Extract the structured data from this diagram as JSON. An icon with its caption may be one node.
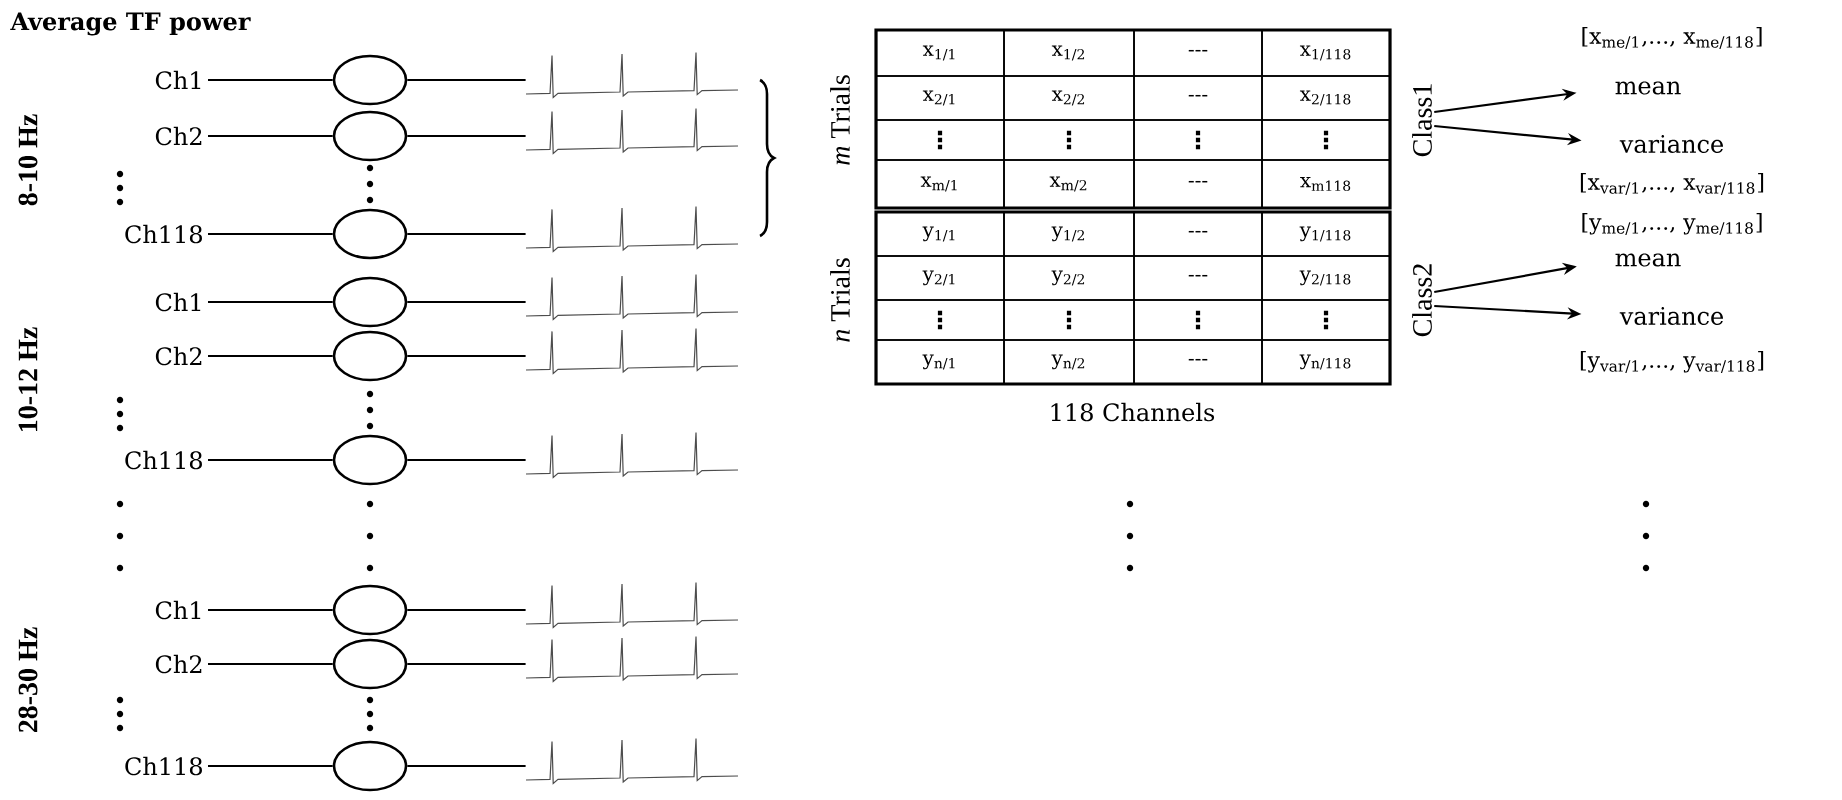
{
  "diagram": {
    "title": "Average TF power",
    "nodes": [
      {
        "text": [
          "Ch1"
        ]
      },
      {
        "text": [],
        "shape": "circle"
      },
      {
        "text": [],
        "shape": "picture"
      },
      {
        "text": [
          "Ch2"
        ]
      },
      {
        "text": [],
        "shape": "circle"
      },
      {
        "text": [],
        "shape": "picture"
      },
      {
        "text": [
          "Ch118"
        ]
      },
      {
        "text": [],
        "shape": "circle"
      },
      {
        "text": [],
        "shape": "picture"
      },
      {
        "text": [
          "Ch1"
        ]
      },
      {
        "text": [],
        "shape": "circle"
      },
      {
        "text": [],
        "shape": "picture"
      },
      {
        "text": [
          "Ch2"
        ]
      },
      {
        "text": [],
        "shape": "circle"
      },
      {
        "text": [],
        "shape": "picture"
      },
      {
        "text": [
          "Ch118"
        ]
      },
      {
        "text": [],
        "shape": "circle"
      },
      {
        "text": [],
        "shape": "picture"
      },
      {
        "text": [
          "Ch1"
        ]
      },
      {
        "text": [],
        "shape": "circle"
      },
      {
        "text": [],
        "shape": "picture"
      },
      {
        "text": [
          "Ch2"
        ]
      },
      {
        "text": [],
        "shape": "circle"
      },
      {
        "text": [],
        "shape": "picture"
      },
      {
        "text": [
          "Ch118"
        ]
      },
      {
        "text": [],
        "shape": "circle"
      },
      {
        "text": [],
        "shape": "picture"
      },
      {
        "text": [
          "Class1"
        ]
      },
      {
        "text": [
          "mean"
        ]
      },
      {
        "text": [
          "variance"
        ]
      },
      {
        "text": [
          "Class2"
        ]
      },
      {
        "text": [
          "mean"
        ]
      },
      {
        "text": [
          "variance"
        ]
      }
    ],
    "edges": [
      {
        "from": 0,
        "to": 1,
        "arrow": "none"
      },
      {
        "from": 1,
        "to": 2,
        "arrow": "none"
      },
      {
        "from": 3,
        "to": 4,
        "arrow": "none"
      },
      {
        "from": 4,
        "to": 5,
        "arrow": "none"
      },
      {
        "from": 6,
        "to": 7,
        "arrow": "none"
      },
      {
        "from": 7,
        "to": 8,
        "arrow": "none"
      },
      {
        "from": 9,
        "to": 10,
        "arrow": "none"
      },
      {
        "from": 10,
        "to": 11,
        "arrow": "none"
      },
      {
        "from": 12,
        "to": 13,
        "arrow": "none"
      },
      {
        "from": 13,
        "to": 14,
        "arrow": "none"
      },
      {
        "from": 15,
        "to": 16,
        "arrow": "none"
      },
      {
        "from": 16,
        "to": 17,
        "arrow": "none"
      },
      {
        "from": 18,
        "to": 19,
        "arrow": "none"
      },
      {
        "from": 19,
        "to": 20,
        "arrow": "none"
      },
      {
        "from": 21,
        "to": 22,
        "arrow": "none"
      },
      {
        "from": 22,
        "to": 23,
        "arrow": "none"
      },
      {
        "from": 24,
        "to": 25,
        "arrow": "none"
      },
      {
        "from": 25,
        "to": 26,
        "arrow": "none"
      },
      {
        "from": 27,
        "to": 28,
        "arrow": "to"
      },
      {
        "from": 27,
        "to": 29,
        "arrow": "to"
      },
      {
        "from": 30,
        "to": 31,
        "arrow": "to"
      },
      {
        "from": 30,
        "to": 32,
        "arrow": "to"
      }
    ],
    "labels": [
      "8-10 Hz",
      "10-12 Hz",
      "28-30 Hz",
      "*m* Trials",
      "x$_{1/1}$",
      "x$_{1/2}$",
      "---",
      "x$_{1/118}$",
      "x$_{2/1}$",
      "x$_{2/2}$",
      "---",
      "x$_{2/118}$",
      "⋮",
      "⋮",
      "⋮",
      "⋮",
      "x$_{m/1}$",
      "x$_{m/2}$",
      "---",
      "x$_{m118}$",
      "*n* Trials",
      "y$_{1/1}$",
      "y$_{1/2}$",
      "---",
      "y$_{1/118}$",
      "y$_{2/1}$",
      "y$_{2/2}$",
      "---",
      "y$_{2/118}$",
      "⋮",
      "⋮",
      "⋮",
      "⋮",
      "y$_{n/1}$",
      "y$_{n/2}$",
      "---",
      "y$_{n/118}$",
      "118 Channels",
      "[x$_{me/1}$,..., x$_{me/118}$]",
      "[x$_{var/1}$,..., x$_{var/118}$]",
      "[y$_{me/1}$,..., y$_{me/118}$]",
      "[y$_{var/1}$,..., y$_{var/118}$]"
    ]
  }
}
